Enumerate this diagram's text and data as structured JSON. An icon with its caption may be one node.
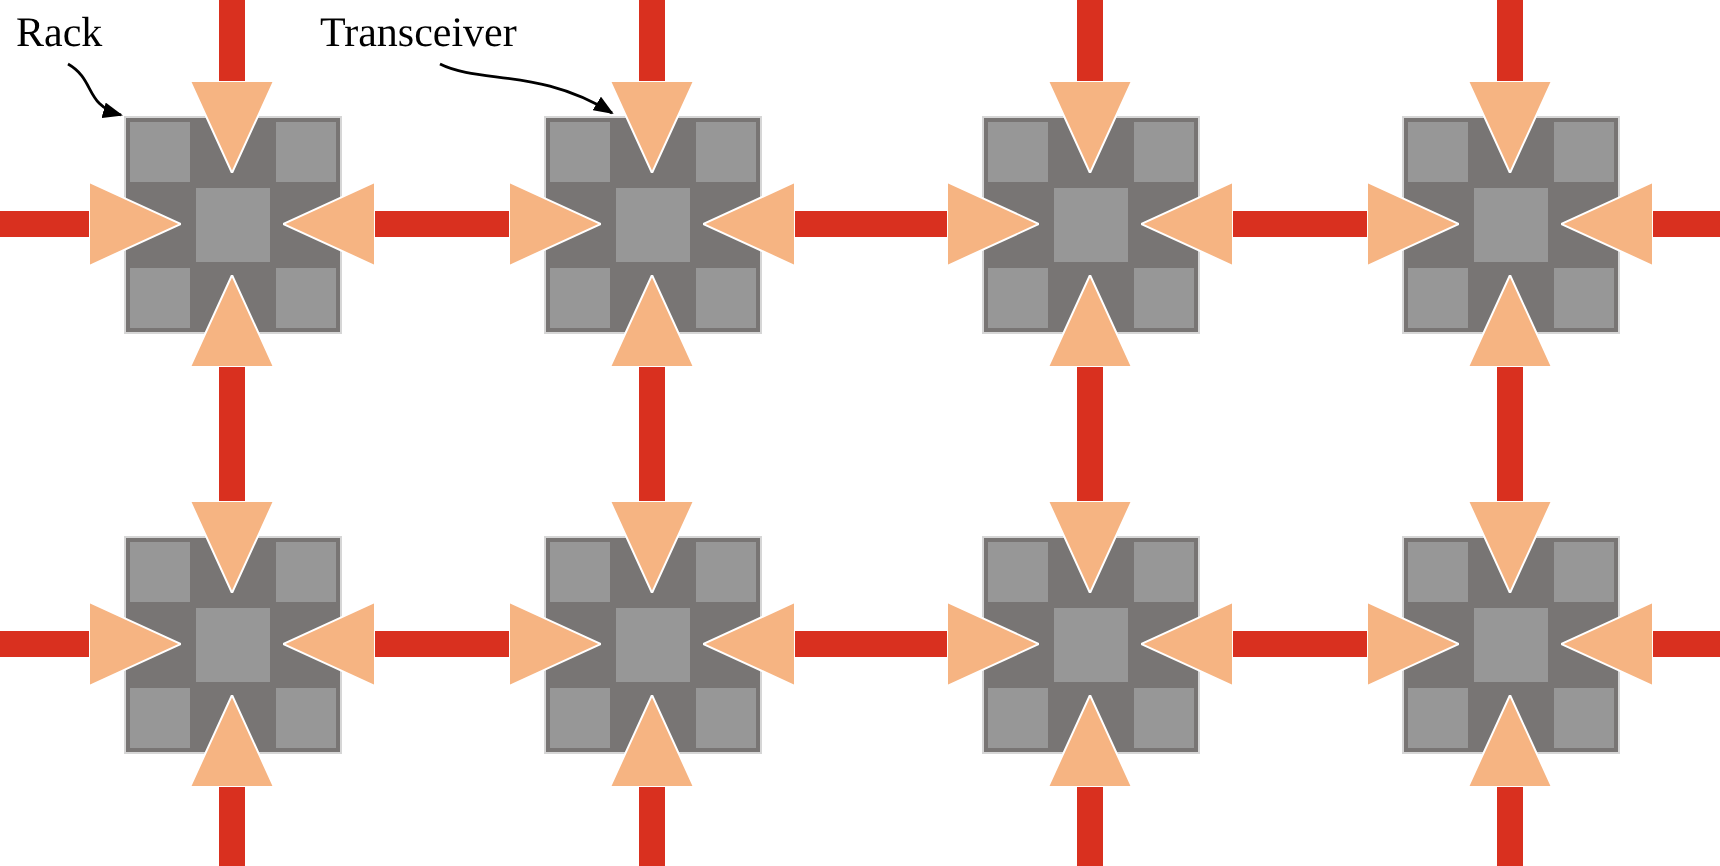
{
  "diagram": {
    "nodes": [
      {
        "text": [
          "Rack"
        ]
      },
      {
        "text": [
          "Transceiver"
        ]
      },
      {
        "text": [],
        "shape": "box"
      },
      {
        "text": [],
        "shape": "box"
      },
      {
        "text": [],
        "shape": "box"
      },
      {
        "text": [],
        "shape": "box"
      },
      {
        "text": [],
        "shape": "box"
      },
      {
        "text": [],
        "shape": "box"
      },
      {
        "text": [],
        "shape": "box"
      },
      {
        "text": [],
        "shape": "box"
      }
    ],
    "edges": [
      {
        "from": 0,
        "to": 2,
        "arrow": "to",
        "color": "#000000"
      },
      {
        "from": 1,
        "to": 3,
        "arrow": "to",
        "color": "#000000"
      },
      {
        "from": null,
        "to": 2,
        "arrow": "to"
      },
      {
        "from": null,
        "to": 3,
        "arrow": "to"
      },
      {
        "from": null,
        "to": 4,
        "arrow": "to"
      },
      {
        "from": null,
        "to": 5,
        "arrow": "to"
      },
      {
        "from": null,
        "to": 2,
        "arrow": "to"
      },
      {
        "from": 2,
        "to": 3,
        "arrow": "both"
      },
      {
        "from": 3,
        "to": 4,
        "arrow": "both"
      },
      {
        "from": 4,
        "to": 5,
        "arrow": "both"
      },
      {
        "from": null,
        "to": 5,
        "arrow": "to"
      },
      {
        "from": 2,
        "to": 6,
        "arrow": "both"
      },
      {
        "from": 3,
        "to": 7,
        "arrow": "both"
      },
      {
        "from": 4,
        "to": 8,
        "arrow": "both"
      },
      {
        "from": 5,
        "to": 9,
        "arrow": "both"
      },
      {
        "from": null,
        "to": 6,
        "arrow": "to"
      },
      {
        "from": 6,
        "to": 7,
        "arrow": "both"
      },
      {
        "from": 7,
        "to": 8,
        "arrow": "both"
      },
      {
        "from": 8,
        "to": 9,
        "arrow": "both"
      },
      {
        "from": null,
        "to": 9,
        "arrow": "to"
      },
      {
        "from": null,
        "to": 6,
        "arrow": "to"
      },
      {
        "from": null,
        "to": 7,
        "arrow": "to"
      },
      {
        "from": null,
        "to": 8,
        "arrow": "to"
      },
      {
        "from": null,
        "to": 9,
        "arrow": "to"
      }
    ]
  }
}
